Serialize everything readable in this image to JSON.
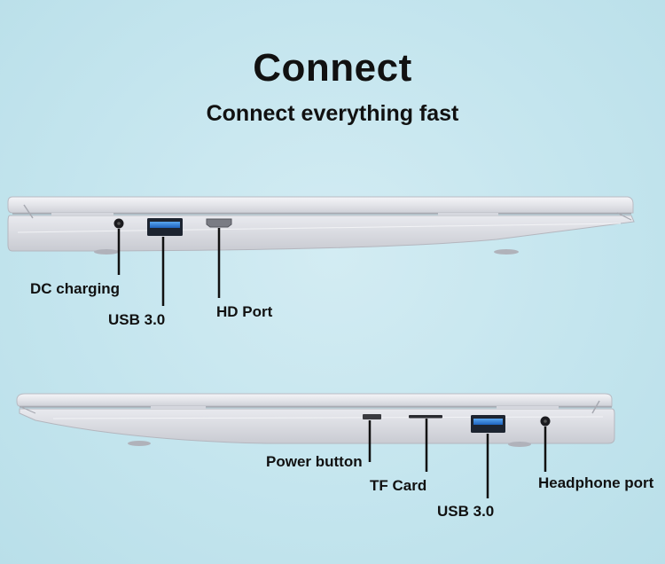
{
  "heading": {
    "title": "Connect",
    "subtitle": "Connect everything fast"
  },
  "top_side": {
    "ports": [
      {
        "label": "DC charging",
        "icon": "dc-jack-icon"
      },
      {
        "label": "USB 3.0",
        "icon": "usb-port-icon"
      },
      {
        "label": "HD Port",
        "icon": "hdmi-port-icon"
      }
    ]
  },
  "bottom_side": {
    "ports": [
      {
        "label": "Power button",
        "icon": "power-button-icon"
      },
      {
        "label": "TF Card",
        "icon": "sd-card-slot-icon"
      },
      {
        "label": "USB 3.0",
        "icon": "usb-port-icon"
      },
      {
        "label": "Headphone port",
        "icon": "headphone-jack-icon"
      }
    ]
  },
  "colors": {
    "background": "#c4e5ee",
    "laptop_body": "#e4e5ea",
    "usb_blue": "#2f7fd8",
    "leader_line": "#111111"
  }
}
